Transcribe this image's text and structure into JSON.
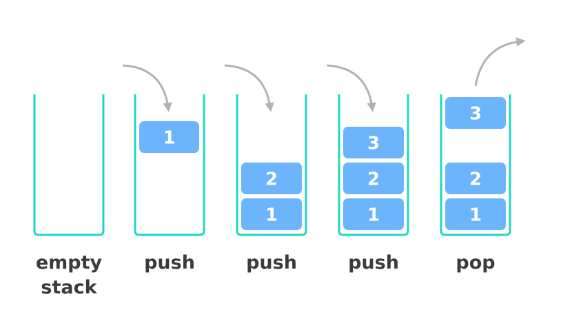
{
  "colors": {
    "container": "#1fd6c6",
    "block": "#6cb4fb",
    "block_text": "#ffffff",
    "arrow": "#b2b2b2",
    "label": "#3b3b3b"
  },
  "stacks": [
    {
      "label_lines": [
        "empty",
        "stack"
      ],
      "items": [],
      "operation": "none"
    },
    {
      "label_lines": [
        "push"
      ],
      "items": [],
      "incoming": "1",
      "operation": "push"
    },
    {
      "label_lines": [
        "push"
      ],
      "items": [
        "1"
      ],
      "incoming": "2",
      "operation": "push"
    },
    {
      "label_lines": [
        "push"
      ],
      "items": [
        "1",
        "2",
        "3"
      ],
      "operation": "push"
    },
    {
      "label_lines": [
        "pop"
      ],
      "items": [
        "1",
        "2"
      ],
      "outgoing": "3",
      "operation": "pop"
    }
  ]
}
